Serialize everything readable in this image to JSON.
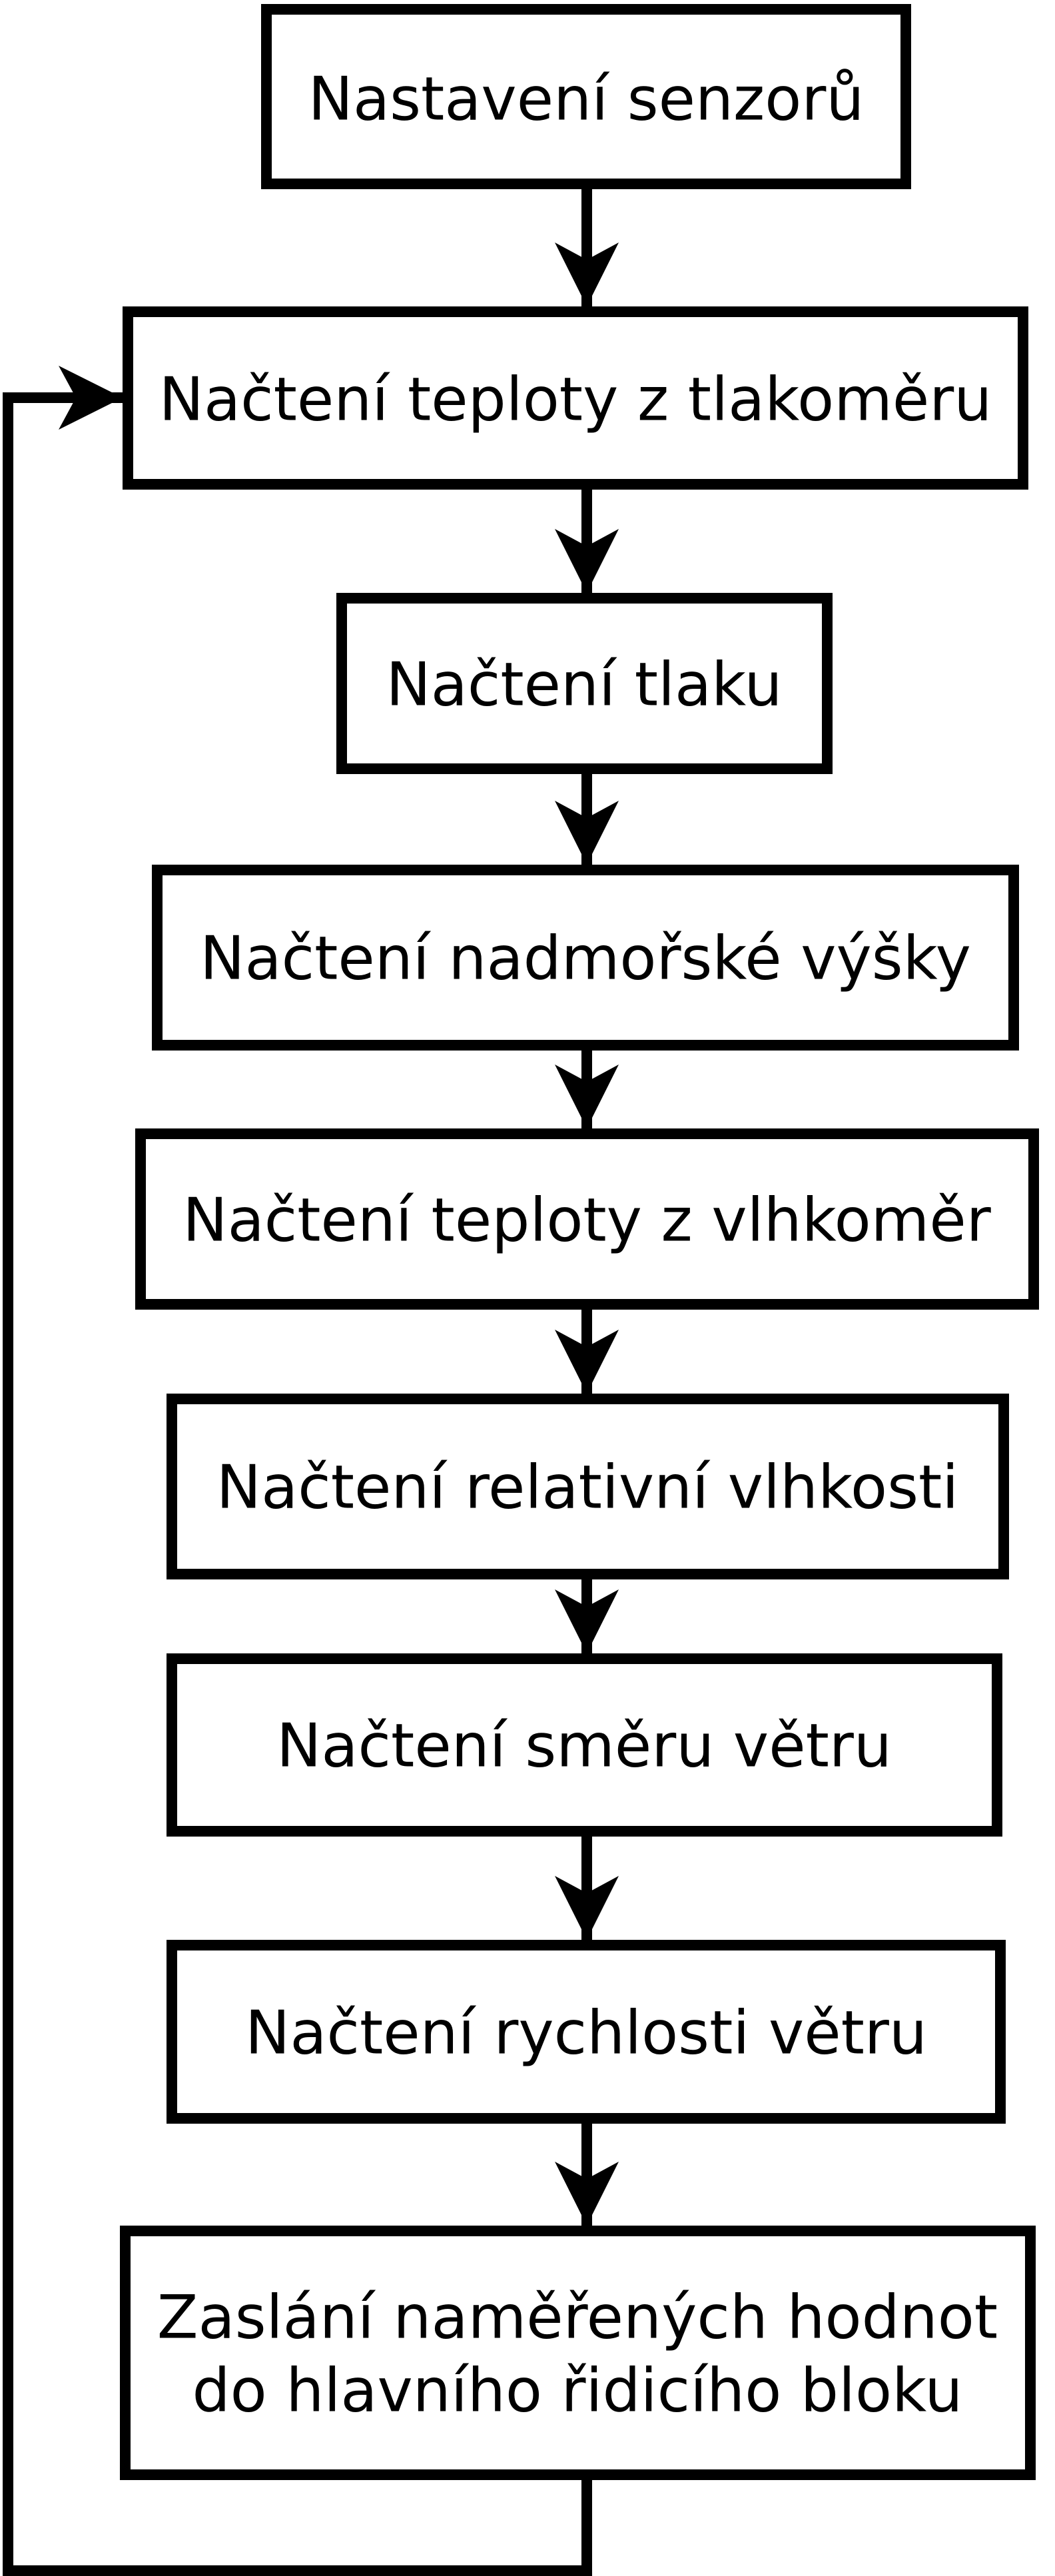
{
  "colors": {
    "line": "#000000",
    "box_fill": "#ffffff",
    "background": "#ffffff"
  },
  "flowchart": {
    "steps": [
      {
        "lines": [
          "Nastavení senzorů"
        ]
      },
      {
        "lines": [
          "Načtení teploty z tlakoměru"
        ]
      },
      {
        "lines": [
          "Načtení tlaku"
        ]
      },
      {
        "lines": [
          "Načtení nadmořské výšky"
        ]
      },
      {
        "lines": [
          "Načtení teploty z vlhkoměr"
        ]
      },
      {
        "lines": [
          "Načtení relativní vlhkosti"
        ]
      },
      {
        "lines": [
          "Načtení směru větru"
        ]
      },
      {
        "lines": [
          "Načtení rychlosti větru"
        ]
      },
      {
        "lines": [
          "Zaslání naměřených hodnot",
          "do hlavního řidicího bloku"
        ]
      }
    ]
  }
}
